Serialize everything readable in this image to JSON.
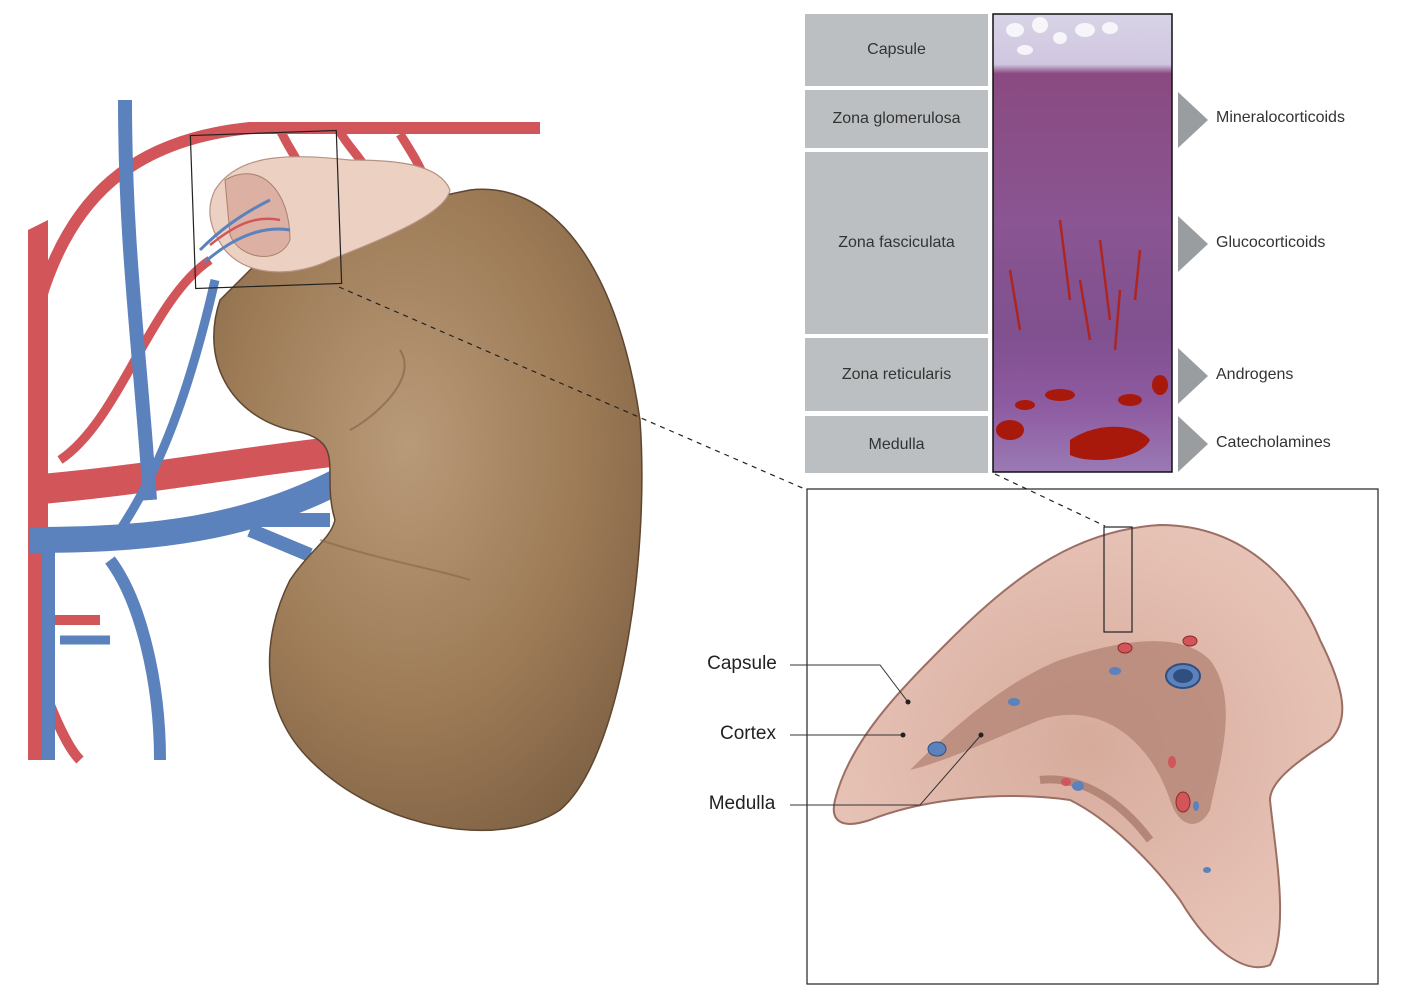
{
  "zones": [
    {
      "label": "Capsule"
    },
    {
      "label": "Zona glomerulosa"
    },
    {
      "label": "Zona fasciculata"
    },
    {
      "label": "Zona reticularis"
    },
    {
      "label": "Medulla"
    }
  ],
  "hormones": [
    {
      "label": "Mineralocorticoids"
    },
    {
      "label": "Glucocorticoids"
    },
    {
      "label": "Androgens"
    },
    {
      "label": "Catecholamines"
    }
  ],
  "section_labels": {
    "capsule": "Capsule",
    "cortex": "Cortex",
    "medulla": "Medulla"
  },
  "colors": {
    "artery": "#d2555a",
    "vein": "#5b82bd",
    "kidney": "#9e7a55",
    "adrenal": "#e8c2b6",
    "zone_box": "#bcbfc1",
    "arrow": "#9a9da0"
  }
}
